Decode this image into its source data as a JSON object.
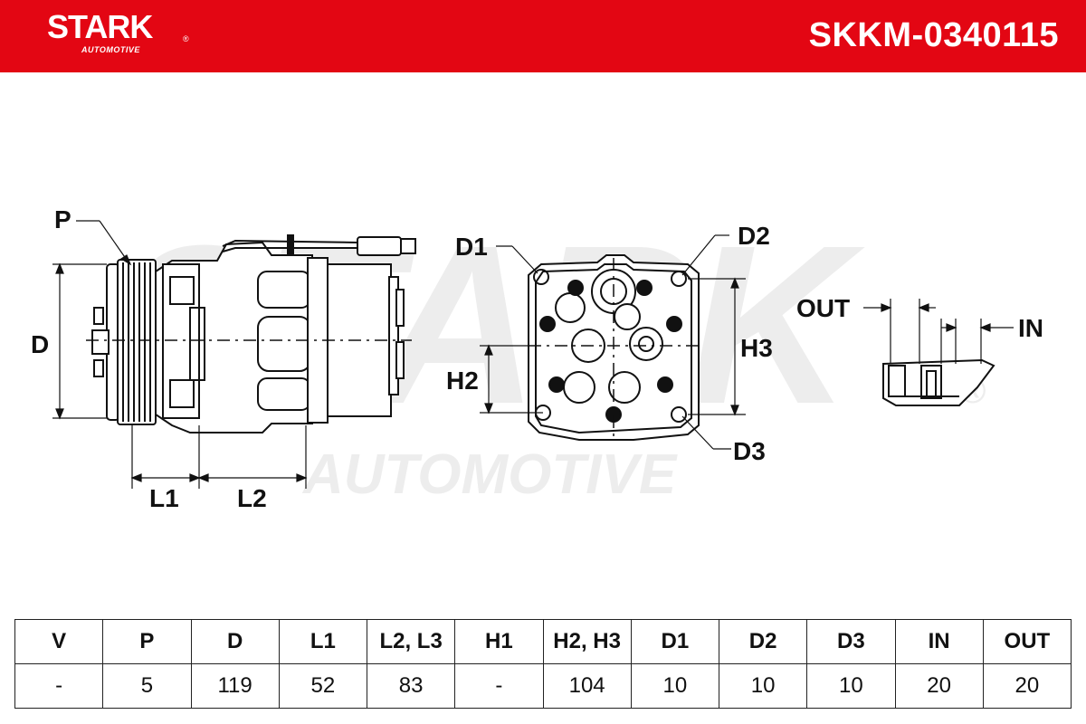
{
  "header": {
    "brand": "STARK",
    "brand_sub": "AUTOMOTIVE",
    "registered": "®",
    "part_number": "SKKM-0340115",
    "color": "#e30613"
  },
  "watermark": {
    "line1": "STARK",
    "line2": "AUTOMOTIVE",
    "registered": "®"
  },
  "diagram_labels": {
    "P": "P",
    "D": "D",
    "L1": "L1",
    "L2": "L2",
    "D1": "D1",
    "D2": "D2",
    "D3": "D3",
    "H2": "H2",
    "H3": "H3",
    "OUT": "OUT",
    "IN": "IN"
  },
  "table": {
    "headers": [
      "V",
      "P",
      "D",
      "L1",
      "L2, L3",
      "H1",
      "H2, H3",
      "D1",
      "D2",
      "D3",
      "IN",
      "OUT"
    ],
    "values": [
      "-",
      "5",
      "119",
      "52",
      "83",
      "-",
      "104",
      "10",
      "10",
      "10",
      "20",
      "20"
    ]
  }
}
